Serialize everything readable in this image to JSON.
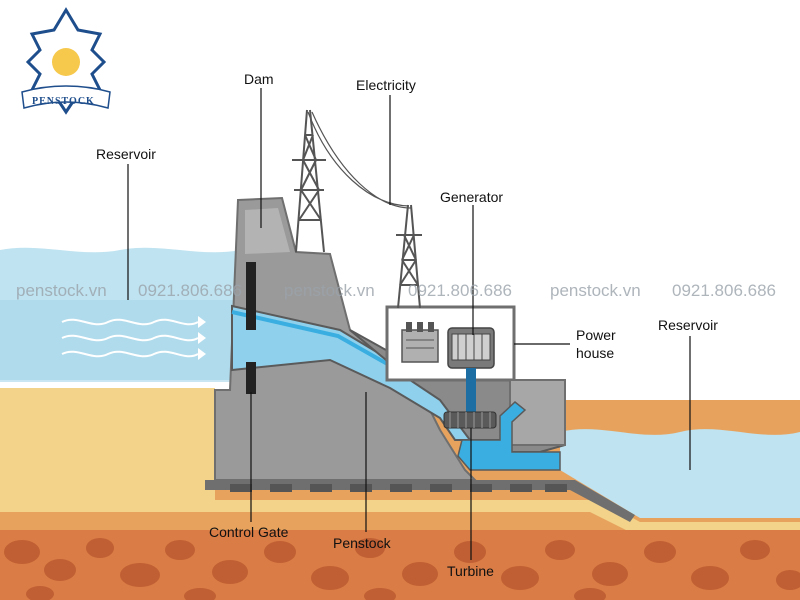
{
  "logo": {
    "text": "PENSTOCK"
  },
  "labels": {
    "dam": "Dam",
    "electricity": "Electricity",
    "reservoir_left": "Reservoir",
    "generator": "Generator",
    "power_house_line1": "Power",
    "power_house_line2": "house",
    "reservoir_right": "Reservoir",
    "control_gate": "Control Gate",
    "penstock": "Penstock",
    "turbine": "Turbine"
  },
  "watermark": {
    "site": "penstock.vn",
    "phone": "0921.806.686"
  },
  "colors": {
    "water_light": "#bfe3f0",
    "water_mid": "#a6d6ea",
    "water_bright": "#3aaee0",
    "concrete": "#9a9a9a",
    "concrete_dark": "#6f6f6f",
    "sand": "#f3d389",
    "soil": "#e7a35e",
    "rock": "#c86a3a",
    "logo_blue": "#1f4e8c",
    "logo_sun": "#f6c84c"
  }
}
